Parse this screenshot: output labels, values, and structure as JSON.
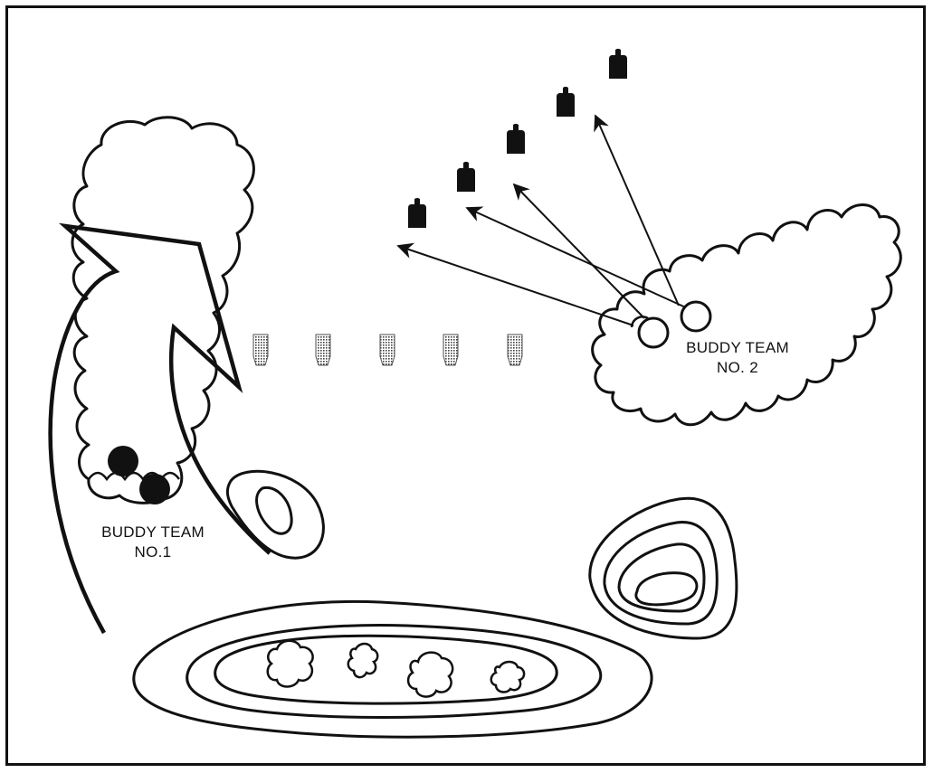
{
  "labels": {
    "team1_line1": "BUDDY TEAM",
    "team1_line2": "NO.1",
    "team2_line1": "BUDDY TEAM",
    "team2_line2": "NO. 2"
  },
  "colors": {
    "ink": "#111111",
    "dotted": "#555555",
    "paper": "#ffffff"
  },
  "legend": {
    "enemy_soldier_icon": "black-silhouette",
    "friendly_soldier_icon": "circle",
    "obstacle_icon": "dotted-silhouette"
  }
}
